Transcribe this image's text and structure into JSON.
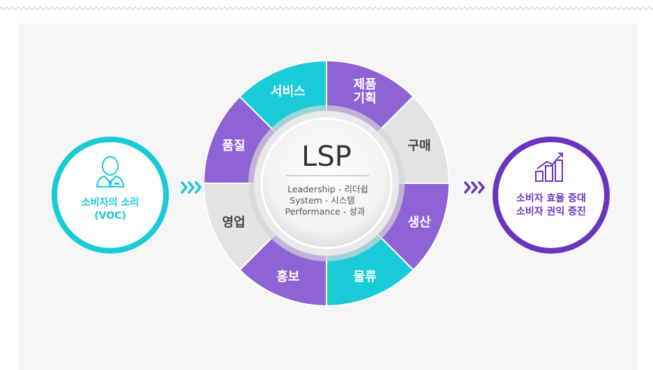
{
  "left_circle": {
    "line1": "소비자의 소리",
    "line2": "(VOC)",
    "color": "#17cbd7",
    "icon": "consumer-person-icon"
  },
  "right_circle": {
    "line1": "소비자 효율 증대",
    "line2": "소비자 권익 증진",
    "color": "#6a35bd",
    "icon": "growth-bar-chart-icon"
  },
  "arrows": {
    "left_color": "#17cbd7",
    "right_color": "#6a35bd"
  },
  "center": {
    "title": "LSP",
    "items": [
      "Leadership - 리더쉽",
      "System - 시스템",
      "Performance - 성과"
    ]
  },
  "segments": [
    {
      "lines": [
        "서비스"
      ],
      "color": "#19ccd7"
    },
    {
      "lines": [
        "제품",
        "기획"
      ],
      "color": "#8d63d6"
    },
    {
      "lines": [
        "구매"
      ],
      "color": "#e3e3e3"
    },
    {
      "lines": [
        "생산"
      ],
      "color": "#8d63d6"
    },
    {
      "lines": [
        "물류"
      ],
      "color": "#19ccd7"
    },
    {
      "lines": [
        "홍보"
      ],
      "color": "#8d63d6"
    },
    {
      "lines": [
        "영업"
      ],
      "color": "#e3e3e3"
    },
    {
      "lines": [
        "품질"
      ],
      "color": "#8d63d6"
    }
  ]
}
